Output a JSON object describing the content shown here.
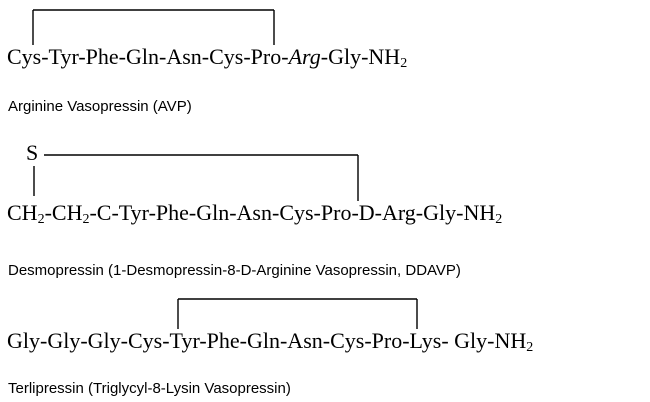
{
  "avp": {
    "seq_part1": "Cys-Tyr-Phe-Gln-Asn-Cys-Pro-",
    "seq_italic": "Arg",
    "seq_part2": "-Gly-NH",
    "seq_sub": "2",
    "name": "Arginine Vasopressin (AVP)"
  },
  "desmopressin": {
    "s_atom": "S",
    "ch_1": "CH",
    "sub_1": "2",
    "ch_2": "-CH",
    "sub_2": "2",
    "seq_rest": "-C-Tyr-Phe-Gln-Asn-Cys-Pro-D-Arg-Gly-NH",
    "seq_sub": "2",
    "name": "Desmopressin (1-Desmopressin-8-D-Arginine Vasopressin, DDAVP)"
  },
  "terlipressin": {
    "seq_main": "Gly-Gly-Gly-Cys-Tyr-Phe-Gln-Asn-Cys-Pro-Lys- Gly-NH",
    "seq_sub": "2",
    "name": "Terlipressin (Triglycyl-8-Lysin Vasopressin)"
  }
}
